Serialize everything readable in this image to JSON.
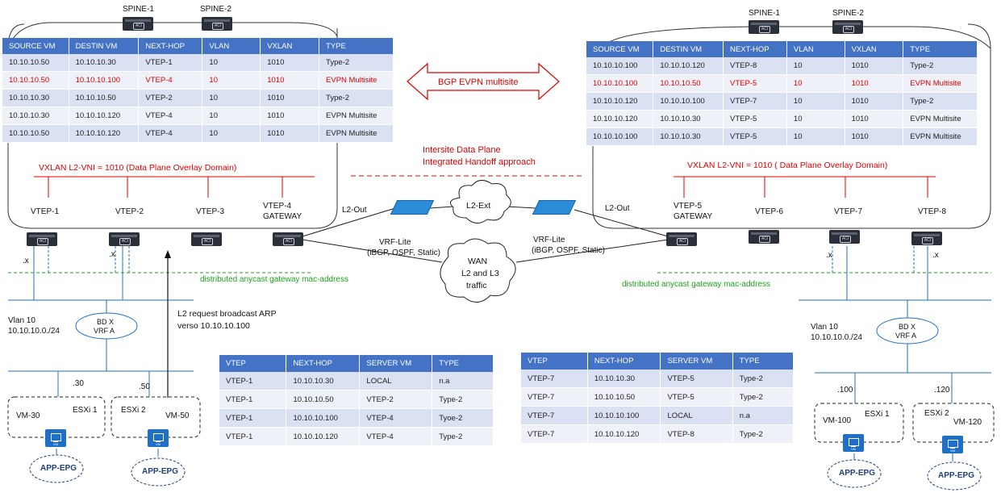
{
  "spines": {
    "left": [
      "SPINE-1",
      "SPINE-2"
    ],
    "right": [
      "SPINE-1",
      "SPINE-2"
    ]
  },
  "route_table_headers": [
    "SOURCE VM",
    "DESTIN VM",
    "NEXT-HOP",
    "VLAN",
    "VXLAN",
    "TYPE"
  ],
  "left_route_table": [
    [
      "10.10.10.50",
      "10.10.10.30",
      "VTEP-1",
      "10",
      "1010",
      "Type-2"
    ],
    [
      "10.10.10.50",
      "10.10.10.100",
      "VTEP-4",
      "10",
      "1010",
      "EVPN Multisite"
    ],
    [
      "10.10.10.30",
      "10.10.10.50",
      "VTEP-2",
      "10",
      "1010",
      "Type-2"
    ],
    [
      "10.10.10.30",
      "10.10.10.120",
      "VTEP-4",
      "10",
      "1010",
      "EVPN Multisite"
    ],
    [
      "10.10.10.50",
      "10.10.10.120",
      "VTEP-4",
      "10",
      "1010",
      "EVPN Multisite"
    ]
  ],
  "right_route_table": [
    [
      "10.10.10.100",
      "10.10.10.120",
      "VTEP-8",
      "10",
      "1010",
      "Type-2"
    ],
    [
      "10.10.10.100",
      "10.10.10.50",
      "VTEP-5",
      "10",
      "1010",
      "EVPN Multisite"
    ],
    [
      "10.10.10.120",
      "10.10.10.100",
      "VTEP-7",
      "10",
      "1010",
      "Type-2"
    ],
    [
      "10.10.10.120",
      "10.10.10.30",
      "VTEP-5",
      "10",
      "1010",
      "EVPN Multisite"
    ],
    [
      "10.10.10.100",
      "10.10.10.30",
      "VTEP-5",
      "10",
      "1010",
      "EVPN Multisite"
    ]
  ],
  "bgp_label": "BGP EVPN multisite",
  "intersite_label": [
    "Intersite Data Plane",
    "Integrated Handoff approach"
  ],
  "vxlan_label": {
    "left": "VXLAN  L2-VNI = 1010 (Data Plane Overlay Domain)",
    "right": "VXLAN  L2-VNI = 1010 ( Data Plane Overlay Domain)"
  },
  "left_vteps": [
    "VTEP-1",
    "VTEP-2",
    "VTEP-3",
    "VTEP-4",
    "GATEWAY"
  ],
  "right_vteps": [
    "VTEP-5",
    "GATEWAY",
    "VTEP-6",
    "VTEP-7",
    "VTEP-8"
  ],
  "l2out": [
    "L2-Out",
    "L2-Out"
  ],
  "l2ext": "L2-Ext",
  "vrflite": {
    "title": "VRF-Lite",
    "proto": "(iBGP, OSPF, Static)"
  },
  "wan": [
    "WAN",
    "L2 and L3",
    "traffic"
  ],
  "anycast": "distributed anycast gateway mac-address",
  "dotx": ".x",
  "vlan": [
    "Vlan 10",
    "10.10.10.0./24"
  ],
  "bd": [
    "BD X",
    "VRF A"
  ],
  "arp": [
    "L2 request broadcast ARP",
    "verso 10.10.10.100"
  ],
  "left_hosts": {
    "ip1": ".30",
    "ip2": ".50",
    "vm1": "VM-30",
    "esx1": "ESXi 1",
    "esx2": "ESXi 2",
    "vm2": "VM-50"
  },
  "right_hosts": {
    "ip1": ".100",
    "ip2": ".120",
    "vm1": "VM-100",
    "esx1": "ESXi 1",
    "esx2": "ESXi 2",
    "vm2": "VM-120"
  },
  "epg": "APP-EPG",
  "aci": "ACI",
  "vm_icon": "VM",
  "local_table_headers": [
    "VTEP",
    "NEXT-HOP",
    "SERVER VM",
    "TYPE"
  ],
  "left_local_table": [
    [
      "VTEP-1",
      "10.10.10.30",
      "LOCAL",
      "n.a"
    ],
    [
      "VTEP-1",
      "10.10.10.50",
      "VTEP-2",
      "Type-2"
    ],
    [
      "VTEP-1",
      "10.10.10.100",
      "VTEP-4",
      "Tyoe-2"
    ],
    [
      "VTEP-1",
      "10.10.10.120",
      "VTEP-4",
      "Type-2"
    ]
  ],
  "right_local_table": [
    [
      "VTEP-7",
      "10.10.10.30",
      "VTEP-5",
      "Type-2"
    ],
    [
      "VTEP-7",
      "10.10.10.50",
      "VTEP-5",
      "Type-2"
    ],
    [
      "VTEP-7",
      "10.10.10.100",
      "LOCAL",
      "n.a"
    ],
    [
      "VTEP-7",
      "10.10.10.120",
      "VTEP-8",
      "Type-2"
    ]
  ],
  "colors": {
    "header": "#4472c4",
    "row_a": "#d9e1f2",
    "row_b": "#eef1f8",
    "accent_red": "#e00000",
    "anycast_green": "#1aa31a"
  }
}
